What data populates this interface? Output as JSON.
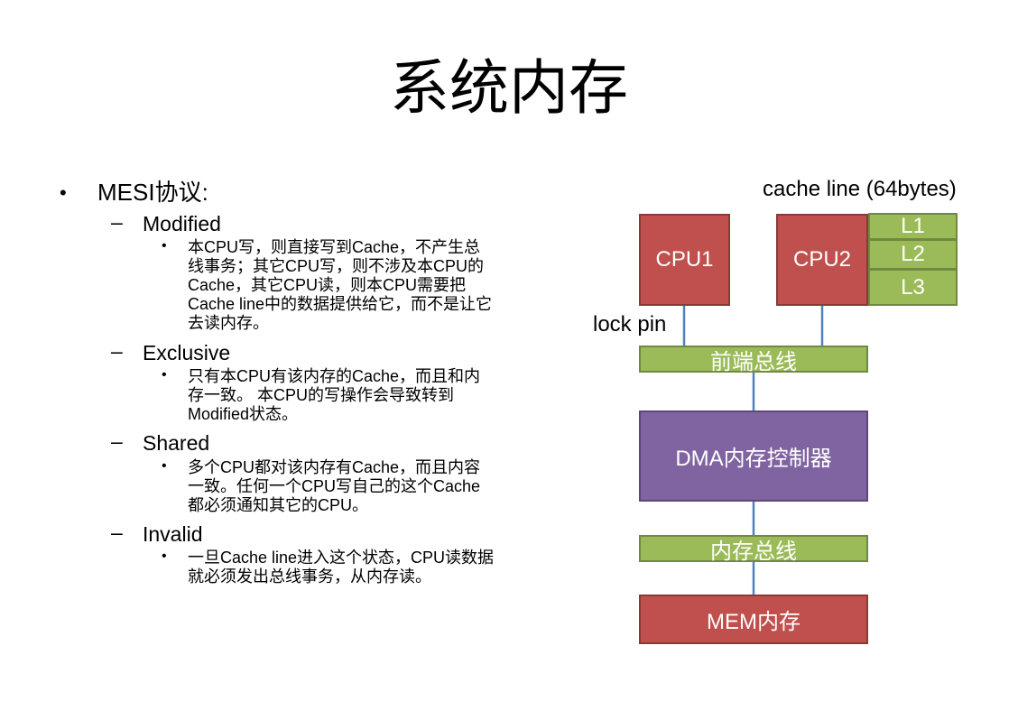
{
  "title": "系统内存",
  "bullets": {
    "main": "MESI协议:",
    "states": [
      {
        "name": "Modified",
        "desc": "本CPU写，则直接写到Cache，不产生总线事务；其它CPU写，则不涉及本CPU的Cache，其它CPU读，则本CPU需要把Cache line中的数据提供给它，而不是让它去读内存。"
      },
      {
        "name": "Exclusive",
        "desc": "只有本CPU有该内存的Cache，而且和内存一致。 本CPU的写操作会导致转到Modified状态。"
      },
      {
        "name": "Shared",
        "desc": "多个CPU都对该内存有Cache，而且内容一致。任何一个CPU写自己的这个Cache都必须通知其它的CPU。"
      },
      {
        "name": "Invalid",
        "desc": "一旦Cache line进入这个状态，CPU读数据就必须发出总线事务，从内存读。"
      }
    ]
  },
  "diagram": {
    "cache_line_label": "cache line (64bytes)",
    "lock_pin_label": "lock pin",
    "cpu1": "CPU1",
    "cpu2": "CPU2",
    "cache_levels": [
      "L1",
      "L2",
      "L3"
    ],
    "front_bus": "前端总线",
    "dma": "DMA内存控制器",
    "mem_bus": "内存总线",
    "mem": "MEM内存"
  },
  "colors": {
    "red": "#c0504d",
    "green": "#9bbb59",
    "purple": "#8064a2",
    "connector": "#4f81bd"
  }
}
